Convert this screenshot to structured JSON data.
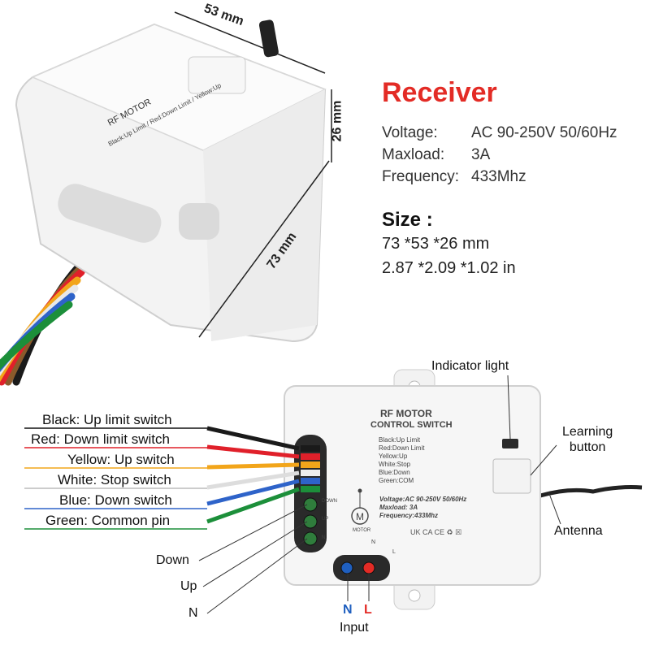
{
  "receiver": {
    "title": "Receiver",
    "specs": [
      {
        "label": "Voltage:",
        "value": "AC 90-250V 50/60Hz"
      },
      {
        "label": "Maxload:",
        "value": "3A"
      },
      {
        "label": "Frequency:",
        "value": "433Mhz"
      }
    ],
    "size_title": "Size :",
    "size_mm": "73 *53 *26 mm",
    "size_in": "2.87 *2.09 *1.02 in"
  },
  "dimensions": {
    "width": "53 mm",
    "height": "26 mm",
    "length": "73 mm"
  },
  "device": {
    "title": "RF MOTOR",
    "subtitle": "CONTROL SWITCH",
    "wires": [
      "Black:Up Limit",
      "Red:Down Limit",
      "Yellow:Up",
      "White:Stop",
      "Blue:Down",
      "Green:COM"
    ],
    "specs": [
      "Voltage:AC 90-250V 50/60Hz",
      "Maxload: 3A",
      "Frequency:433Mhz"
    ],
    "terminal_labels": [
      "DOWN",
      "UP",
      "N"
    ],
    "motor_label": "MOTOR",
    "input_labels": [
      "N",
      "L"
    ],
    "cert_marks": "UK CA  CE  ♻  ☒"
  },
  "wire_labels": [
    {
      "text": "Black:  Up limit switch",
      "color": "#111111"
    },
    {
      "text": "Red:  Down limit switch",
      "color": "#e0202a"
    },
    {
      "text": "Yellow:  Up switch",
      "color": "#f2a51a"
    },
    {
      "text": "White:  Stop switch",
      "color": "#bbbbbb"
    },
    {
      "text": "Blue:  Down switch",
      "color": "#2e63c9"
    },
    {
      "text": "Green:  Common pin",
      "color": "#1c8f3a"
    }
  ],
  "callouts": {
    "indicator": "Indicator light",
    "learning": "Learning\nbutton",
    "antenna": "Antenna",
    "down": "Down",
    "up": "Up",
    "n": "N",
    "input_n": "N",
    "input_l": "L",
    "input": "Input"
  },
  "colors": {
    "accent_red": "#e32b25",
    "n_blue": "#1f5fbf",
    "l_red": "#e32b25"
  }
}
